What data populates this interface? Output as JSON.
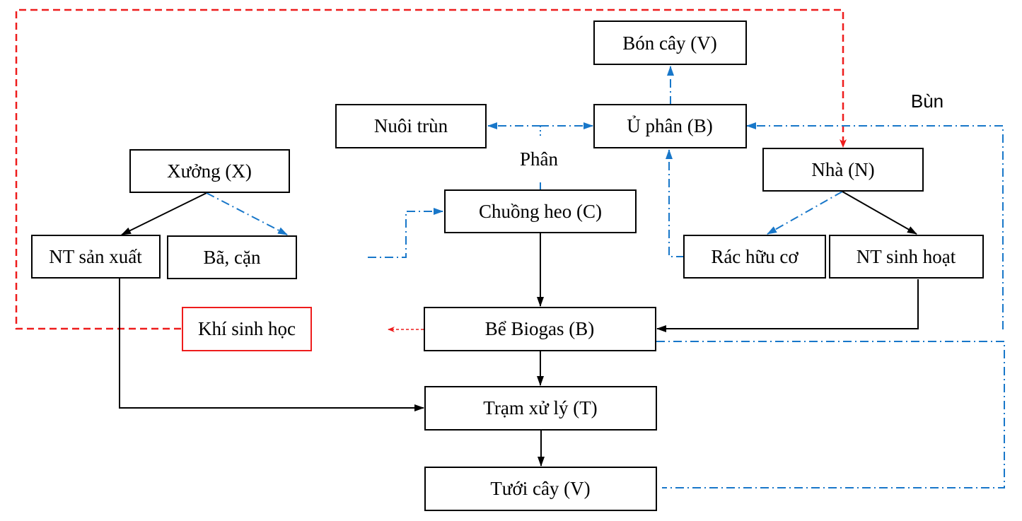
{
  "nodes": {
    "bon_cay": "Bón cây (V)",
    "nuoi_trun": "Nuôi trùn",
    "u_phan": "Ủ phân (B)",
    "xuong": "Xưởng (X)",
    "nha": "Nhà (N)",
    "chuong_heo": "Chuồng heo (C)",
    "nt_san_xuat": "NT sản xuất",
    "ba_can": "Bã, cặn",
    "rac_huu_co": "Rác hữu cơ",
    "nt_sinh_hoat": "NT sinh hoạt",
    "khi_sinh_hoc": "Khí sinh học",
    "be_biogas": "Bể Biogas (B)",
    "tram_xu_ly": "Trạm xử lý (T)",
    "tuoi_cay": "Tưới cây (V)"
  },
  "labels": {
    "phan": "Phân",
    "bun": "Bùn"
  },
  "colors": {
    "solid": "#000000",
    "organic_flow": "#1877c9",
    "biogas_flow": "#ee1c1c"
  },
  "legend_semantics": {
    "solid": "wastewater-flow",
    "blue_dash_dot": "organic-material-flow",
    "red_dashed": "biogas-flow"
  }
}
